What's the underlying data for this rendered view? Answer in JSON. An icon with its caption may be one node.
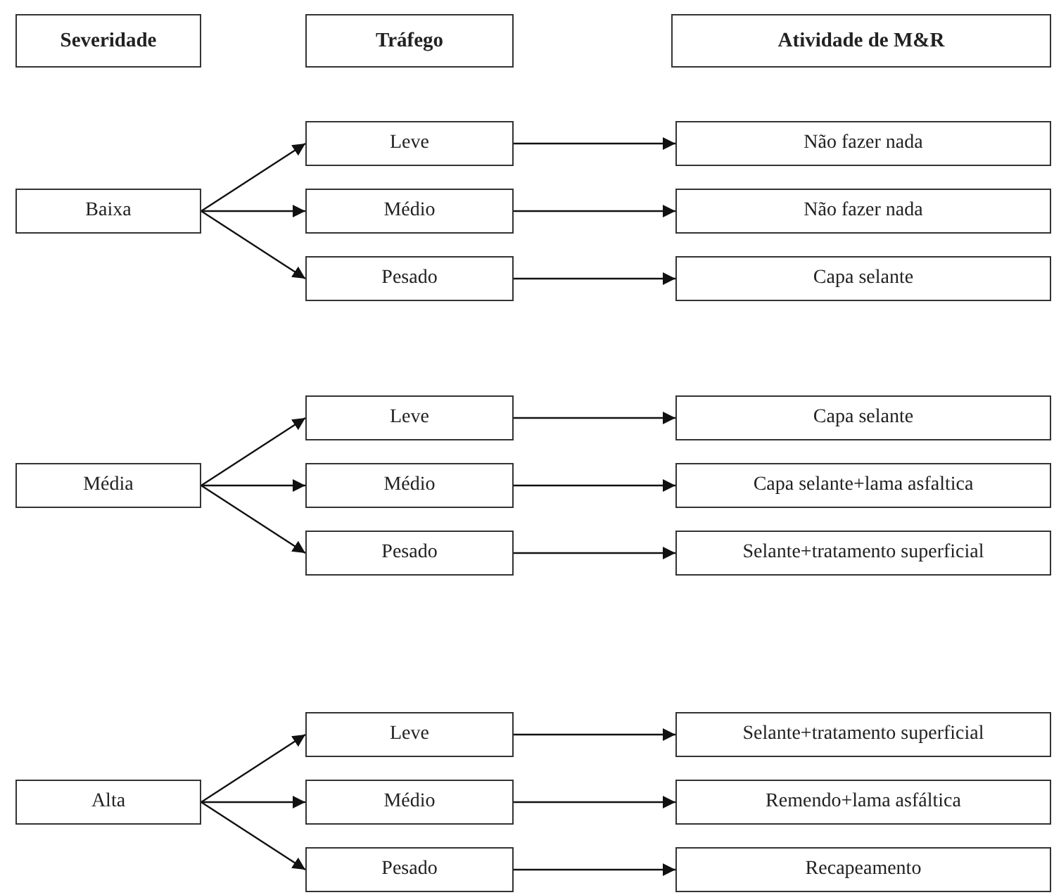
{
  "diagram": {
    "nodes": [
      {
        "text": [
          "Severidade"
        ]
      },
      {
        "text": [
          "Tráfego"
        ]
      },
      {
        "text": [
          "Atividade de M&R"
        ]
      },
      {
        "text": [
          "Baixa"
        ]
      },
      {
        "text": [
          "Leve"
        ]
      },
      {
        "text": [
          "Não fazer nada"
        ]
      },
      {
        "text": [
          "Médio"
        ]
      },
      {
        "text": [
          "Não fazer nada"
        ]
      },
      {
        "text": [
          "Pesado"
        ]
      },
      {
        "text": [
          "Capa selante"
        ]
      },
      {
        "text": [
          "Média"
        ]
      },
      {
        "text": [
          "Leve"
        ]
      },
      {
        "text": [
          "Capa selante"
        ]
      },
      {
        "text": [
          "Médio"
        ]
      },
      {
        "text": [
          "Capa selante+lama asfaltica"
        ]
      },
      {
        "text": [
          "Pesado"
        ]
      },
      {
        "text": [
          "Selante+tratamento superficial"
        ]
      },
      {
        "text": [
          "Alta"
        ]
      },
      {
        "text": [
          "Leve"
        ]
      },
      {
        "text": [
          "Selante+tratamento superficial"
        ]
      },
      {
        "text": [
          "Médio"
        ]
      },
      {
        "text": [
          "Remendo+lama asfáltica"
        ]
      },
      {
        "text": [
          "Pesado"
        ]
      },
      {
        "text": [
          "Recapeamento"
        ]
      }
    ],
    "edges": [
      {
        "from": 3,
        "to": 4,
        "arrow": "to"
      },
      {
        "from": 3,
        "to": 6,
        "arrow": "to"
      },
      {
        "from": 3,
        "to": 8,
        "arrow": "to"
      },
      {
        "from": 4,
        "to": 5,
        "arrow": "to"
      },
      {
        "from": 6,
        "to": 7,
        "arrow": "to"
      },
      {
        "from": 8,
        "to": 9,
        "arrow": "to"
      },
      {
        "from": 10,
        "to": 11,
        "arrow": "to"
      },
      {
        "from": 10,
        "to": 13,
        "arrow": "to"
      },
      {
        "from": 10,
        "to": 15,
        "arrow": "to"
      },
      {
        "from": 11,
        "to": 12,
        "arrow": "to"
      },
      {
        "from": 13,
        "to": 14,
        "arrow": "to"
      },
      {
        "from": 15,
        "to": 16,
        "arrow": "to"
      },
      {
        "from": 17,
        "to": 18,
        "arrow": "to"
      },
      {
        "from": 17,
        "to": 20,
        "arrow": "to"
      },
      {
        "from": 17,
        "to": 22,
        "arrow": "to"
      },
      {
        "from": 18,
        "to": 19,
        "arrow": "to"
      },
      {
        "from": 20,
        "to": 21,
        "arrow": "to"
      },
      {
        "from": 22,
        "to": 23,
        "arrow": "to"
      }
    ]
  }
}
